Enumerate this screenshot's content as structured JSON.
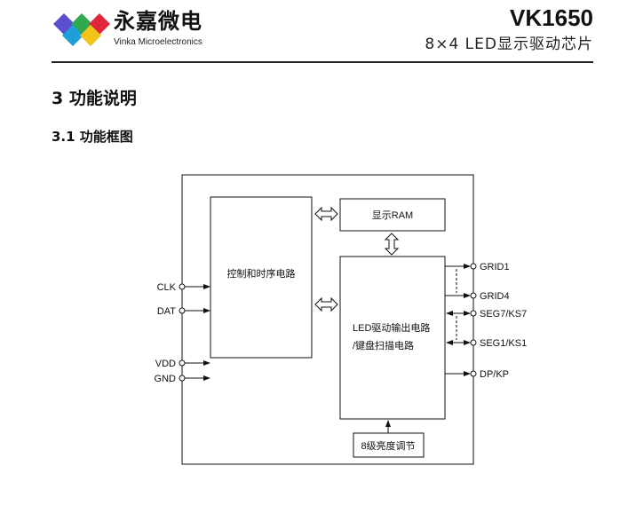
{
  "header": {
    "brand_cn": "永嘉微电",
    "brand_en": "Vinka Microelectronics",
    "doc_id": "VK1650",
    "doc_subtitle": "8×4  LED显示驱动芯片",
    "logo_colors": [
      "#5b4fcf",
      "#2fa84f",
      "#e0283a",
      "#1e9fd8",
      "#f2c318"
    ]
  },
  "section": {
    "title": "3   功能说明",
    "subtitle": "3.1  功能框图"
  },
  "diagram": {
    "blocks": {
      "control": "控制和时序电路",
      "ram": "显示RAM",
      "led_line1": "LED驱动输出电路",
      "led_line2": "/键盘扫描电路",
      "brightness": "8级亮度调节"
    },
    "left_pins": [
      "CLK",
      "DAT",
      "VDD",
      "GND"
    ],
    "right_pins": [
      "GRID1",
      "GRID4",
      "SEG7/KS7",
      "SEG1/KS1",
      "DP/KP"
    ]
  }
}
